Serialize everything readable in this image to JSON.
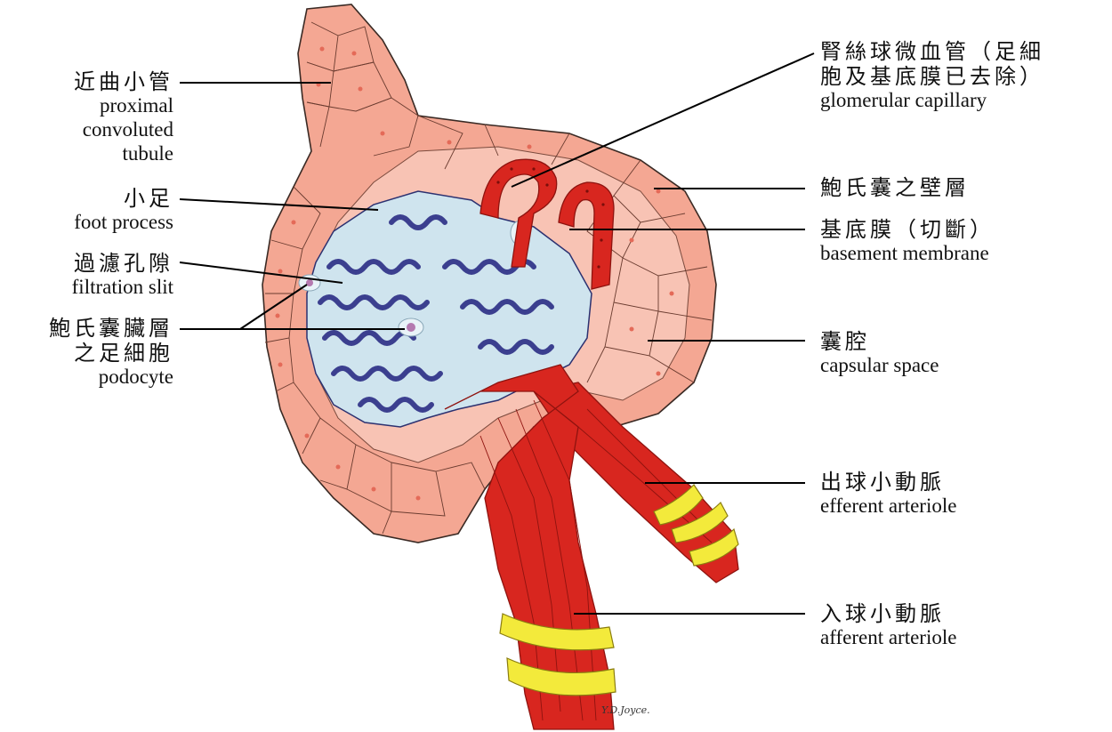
{
  "labels": {
    "pct": {
      "zh": "近曲小管",
      "en": "proximal\nconvoluted\ntubule"
    },
    "foot": {
      "zh": "小足",
      "en": "foot process"
    },
    "slit": {
      "zh": "過濾孔隙",
      "en": "filtration slit"
    },
    "podo": {
      "zh": "鮑氏囊臟層\n之足細胞",
      "en": "podocyte"
    },
    "cap": {
      "zh": "腎絲球微血管（足細\n胞及基底膜已去除）",
      "en": "glomerular capillary"
    },
    "wall": {
      "zh": "鮑氏囊之壁層",
      "en": ""
    },
    "bm": {
      "zh": "基底膜（切斷）",
      "en": "basement membrane"
    },
    "space": {
      "zh": "囊腔",
      "en": "capsular space"
    },
    "eff": {
      "zh": "出球小動脈",
      "en": "efferent arteriole"
    },
    "aff": {
      "zh": "入球小動脈",
      "en": "afferent arteriole"
    }
  },
  "signature": "Y.D.Joyce.",
  "colors": {
    "capsule": "#f4a793",
    "capsule_edge": "#3a2a24",
    "podocyte": "#cfe4ee",
    "podocyte_dark": "#3b3f8f",
    "vessel": "#d8261f",
    "vessel_dark": "#8e130f",
    "muscle_band": "#f3ea3b"
  }
}
